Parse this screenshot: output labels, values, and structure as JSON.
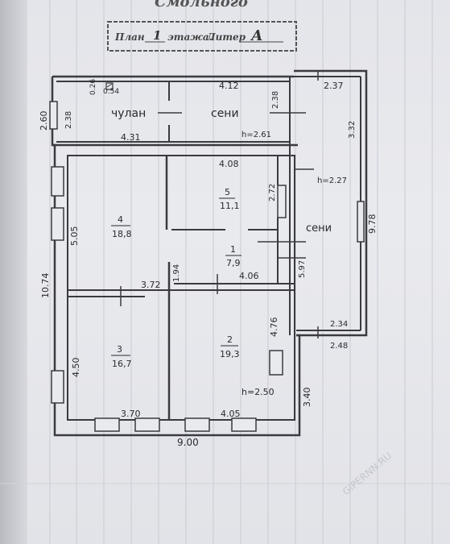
{
  "header": {
    "top_script": "Смольного",
    "plan_word": "План",
    "floor_number": "1",
    "floor_word": "этажа.",
    "liter_word": "Литер",
    "liter_letter": "А"
  },
  "rooms": {
    "closet": {
      "name": "чулан",
      "width_top": "4.12",
      "width_bottom": "4.31",
      "depth": "2.38",
      "outer_depth": "2.60",
      "chimney_a": "0.26",
      "chimney_b": "0.54"
    },
    "hall_top": {
      "name": "сени",
      "depth": "2.38",
      "height": "h=2.61"
    },
    "r5": {
      "number": "5",
      "area": "11,1",
      "width": "4.08",
      "depth": "2.72"
    },
    "r4": {
      "number": "4",
      "area": "18,8",
      "depth": "5.05"
    },
    "r1": {
      "number": "1",
      "area": "7,9",
      "depth": "1.94",
      "width": "4.06"
    },
    "r3": {
      "number": "3",
      "area": "16,7",
      "width_top": "3.72",
      "width_bottom": "3.70",
      "depth": "4.50"
    },
    "r2": {
      "number": "2",
      "area": "19,3",
      "depth": "4.76",
      "width_bottom": "4.05",
      "height": "h=2.50"
    },
    "hall_side": {
      "name": "сени",
      "height": "h=2.27",
      "width_top": "2.37",
      "width_bottom": "2.34",
      "width_outer": "2.48",
      "depth_a": "3.32",
      "depth_b": "5.97",
      "depth_total": "9.78"
    }
  },
  "overall": {
    "width": "9.00",
    "depth": "10.74",
    "annex_offset": "3.40"
  },
  "watermark": "GIPERNN.RU"
}
